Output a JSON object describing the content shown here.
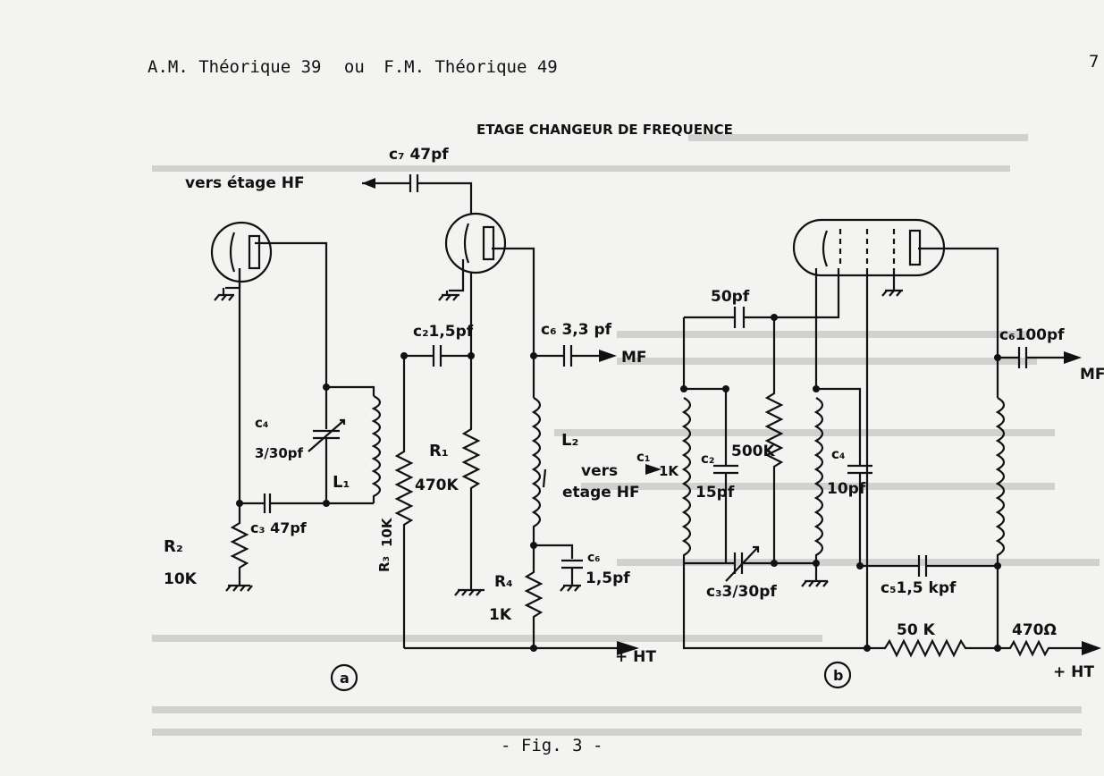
{
  "header": {
    "title_left": "A.M. Théorique 39",
    "or": "ou",
    "title_right": "F.M. Théorique 49",
    "page_number": "7"
  },
  "diagram_title": "ETAGE CHANGEUR DE FREQUENCE",
  "caption": "- Fig. 3 -",
  "circuit_a": {
    "label": "a",
    "c7": "c₇ 47pf",
    "vers_hf": "vers étage HF",
    "c2": "c₂1,5pf",
    "c6": "c₆ 3,3 pf",
    "mf": "MF",
    "c4": "c₄",
    "c4_value": "3/30pf",
    "l1": "L₁",
    "r1": "R₁",
    "r1_value": "470K",
    "l2": "L₂",
    "vers": "vers",
    "etage_hf": "etage HF",
    "c3": "c₃ 47pf",
    "r2": "R₂",
    "r2_value": "10K",
    "r3_value": "10K",
    "r3": "R₃",
    "c5": "c₆",
    "c5_value": "1,5pf",
    "r4": "R₄",
    "r4_value": "1K",
    "ht": "+ HT"
  },
  "circuit_b": {
    "label": "b",
    "c50": "50pf",
    "c6": "c₆100pf",
    "mf": "MF",
    "c1": "c₁",
    "k1": "1K",
    "c2": "c₂",
    "c2_value": "15pf",
    "r500": "500K",
    "c4": "c₄",
    "c4_value": "10pf",
    "c3": "c₃3/30pf",
    "c5": "c₅1,5 kpf",
    "r50": "50 K",
    "r470": "470Ω",
    "ht": "+ HT"
  }
}
